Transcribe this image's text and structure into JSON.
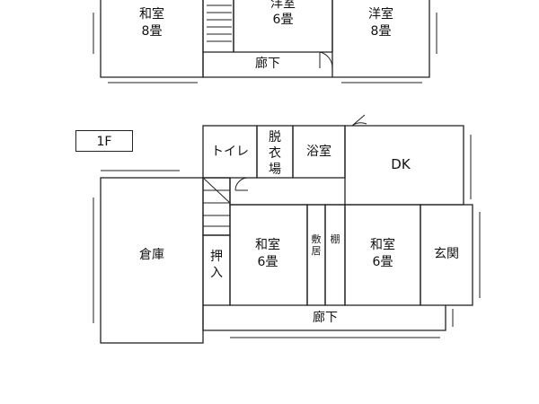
{
  "floor_label": "1F",
  "upper_floor": {
    "rooms": [
      {
        "name": "和室",
        "size": "8畳"
      },
      {
        "name": "洋室",
        "size": "6畳"
      },
      {
        "name": "洋室",
        "size": "8畳"
      }
    ],
    "corridor": "廊下"
  },
  "first_floor": {
    "toilet": "トイレ",
    "dressing_room": [
      "脱",
      "衣",
      "場"
    ],
    "bath": "浴室",
    "dk": "DK",
    "storage": "倉庫",
    "closet": [
      "押",
      "入"
    ],
    "washitsu_left": {
      "name": "和室",
      "size": "6畳"
    },
    "washitsu_right": {
      "name": "和室",
      "size": "6畳"
    },
    "entrance": "玄関",
    "corridor": "廊下",
    "handwritten": {
      "left": [
        "敷",
        "居"
      ],
      "right": [
        "棚"
      ]
    }
  }
}
